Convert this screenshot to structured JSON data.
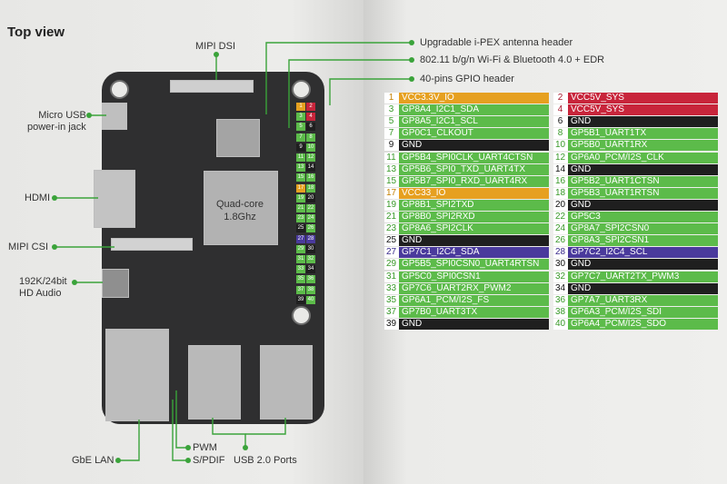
{
  "title": "Top view",
  "labels": {
    "mipi_dsi": "MIPI DSI",
    "antenna": "Upgradable i-PEX antenna header",
    "wifi": "802.11 b/g/n Wi-Fi  & Bluetooth 4.0 + EDR",
    "gpio_header": "40-pins GPIO header",
    "micro_usb_1": "Micro USB",
    "micro_usb_2": "power-in jack",
    "hdmi": "HDMI",
    "mipi_csi": "MIPI CSI",
    "audio_1": "192K/24bit",
    "audio_2": "HD Audio",
    "gbe_lan": "GbE LAN",
    "pwm": "PWM",
    "spdif": "S/PDIF",
    "usb": "USB 2.0 Ports",
    "cpu_1": "Quad-core",
    "cpu_2": "1.8Ghz"
  },
  "colors": {
    "green": "#5cbb4a",
    "orange": "#e6a020",
    "red": "#c8253b",
    "black": "#1f1f1f",
    "purple": "#4a3a9c",
    "board": "#2f2f30"
  },
  "pins": [
    {
      "num": "1",
      "name": "VCC3.3V_IO",
      "color": "orange"
    },
    {
      "num": "2",
      "name": "VCC5V_SYS",
      "color": "red"
    },
    {
      "num": "3",
      "name": "GP8A4_I2C1_SDA",
      "color": "green"
    },
    {
      "num": "4",
      "name": "VCC5V_SYS",
      "color": "red"
    },
    {
      "num": "5",
      "name": "GP8A5_I2C1_SCL",
      "color": "green"
    },
    {
      "num": "6",
      "name": "GND",
      "color": "black"
    },
    {
      "num": "7",
      "name": "GP0C1_CLKOUT",
      "color": "green"
    },
    {
      "num": "8",
      "name": "GP5B1_UART1TX",
      "color": "green"
    },
    {
      "num": "9",
      "name": "GND",
      "color": "black"
    },
    {
      "num": "10",
      "name": "GP5B0_UART1RX",
      "color": "green"
    },
    {
      "num": "11",
      "name": "GP5B4_SPI0CLK_UART4CTSN",
      "color": "green"
    },
    {
      "num": "12",
      "name": "GP6A0_PCM/I2S_CLK",
      "color": "green"
    },
    {
      "num": "13",
      "name": "GP5B6_SPI0_TXD_UART4TX",
      "color": "green"
    },
    {
      "num": "14",
      "name": "GND",
      "color": "black"
    },
    {
      "num": "15",
      "name": "GP5B7_SPI0_RXD_UART4RX",
      "color": "green"
    },
    {
      "num": "16",
      "name": "GP5B2_UART1CTSN",
      "color": "green"
    },
    {
      "num": "17",
      "name": "VCC33_IO",
      "color": "orange"
    },
    {
      "num": "18",
      "name": "GP5B3_UART1RTSN",
      "color": "green"
    },
    {
      "num": "19",
      "name": "GP8B1_SPI2TXD",
      "color": "green"
    },
    {
      "num": "20",
      "name": "GND",
      "color": "black"
    },
    {
      "num": "21",
      "name": "GP8B0_SPI2RXD",
      "color": "green"
    },
    {
      "num": "22",
      "name": "GP5C3",
      "color": "green"
    },
    {
      "num": "23",
      "name": "GP8A6_SPI2CLK",
      "color": "green"
    },
    {
      "num": "24",
      "name": "GP8A7_SPI2CSN0",
      "color": "green"
    },
    {
      "num": "25",
      "name": "GND",
      "color": "black"
    },
    {
      "num": "26",
      "name": "GP8A3_SPI2CSN1",
      "color": "green"
    },
    {
      "num": "27",
      "name": "GP7C1_I2C4_SDA",
      "color": "purple"
    },
    {
      "num": "28",
      "name": "GP7C2_I2C4_SCL",
      "color": "purple"
    },
    {
      "num": "29",
      "name": "GP5B5_SPI0CSN0_UART4RTSN",
      "color": "green"
    },
    {
      "num": "30",
      "name": "GND",
      "color": "black"
    },
    {
      "num": "31",
      "name": "GP5C0_SPI0CSN1",
      "color": "green"
    },
    {
      "num": "32",
      "name": "GP7C7_UART2TX_PWM3",
      "color": "green"
    },
    {
      "num": "33",
      "name": "GP7C6_UART2RX_PWM2",
      "color": "green"
    },
    {
      "num": "34",
      "name": "GND",
      "color": "black"
    },
    {
      "num": "35",
      "name": "GP6A1_PCM/I2S_FS",
      "color": "green"
    },
    {
      "num": "36",
      "name": "GP7A7_UART3RX",
      "color": "green"
    },
    {
      "num": "37",
      "name": "GP7B0_UART3TX",
      "color": "green"
    },
    {
      "num": "38",
      "name": "GP6A3_PCM/I2S_SDI",
      "color": "green"
    },
    {
      "num": "39",
      "name": "GND",
      "color": "black"
    },
    {
      "num": "40",
      "name": "GP6A4_PCM/I2S_SDO",
      "color": "green"
    }
  ]
}
